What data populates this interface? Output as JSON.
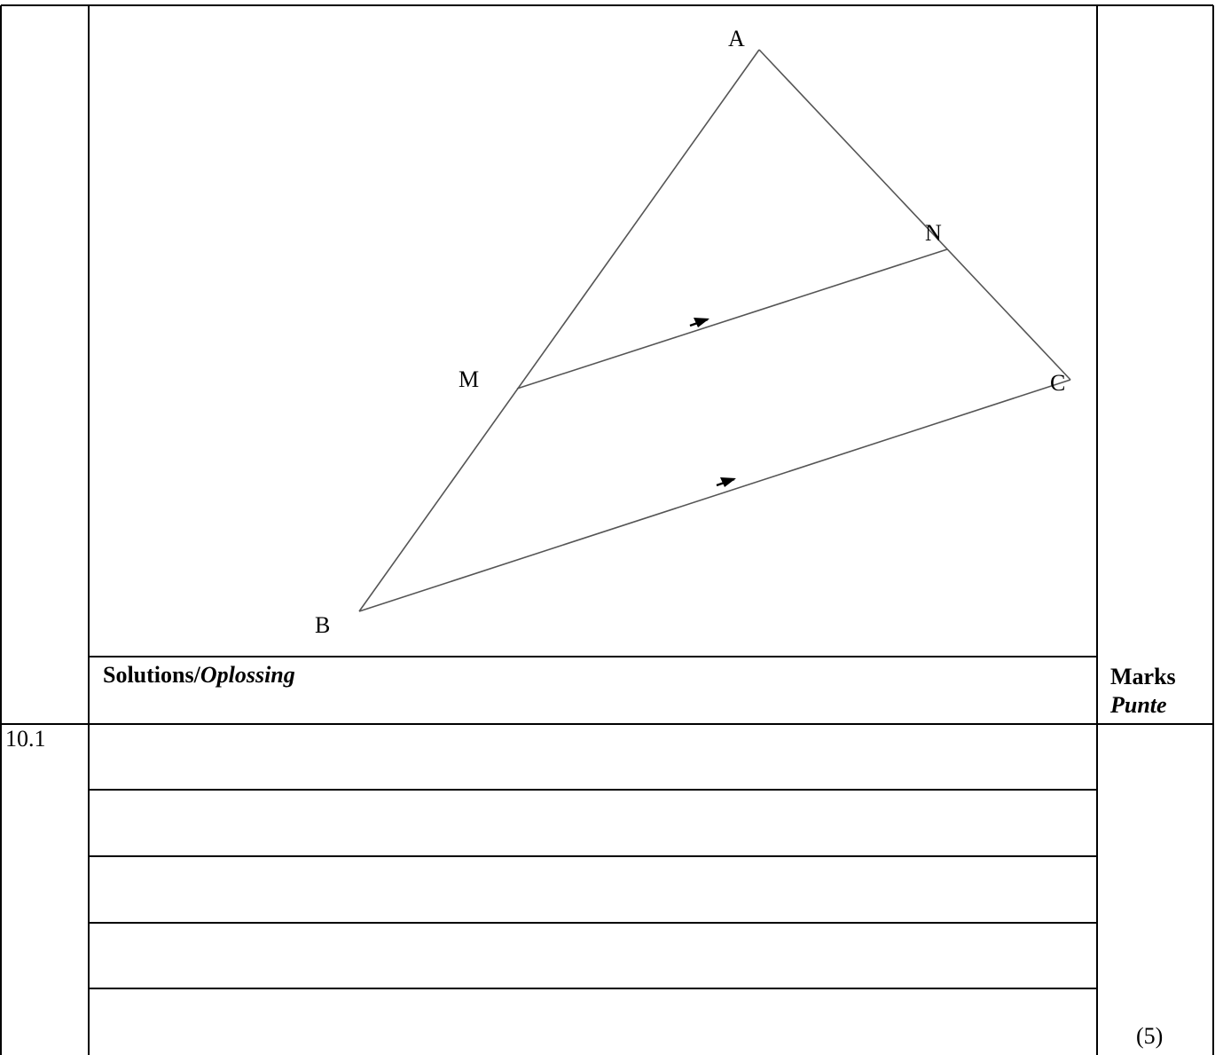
{
  "diagram": {
    "points": {
      "A": "A",
      "B": "B",
      "C": "C",
      "M": "M",
      "N": "N"
    }
  },
  "header": {
    "solutions_label": "Solutions/",
    "solutions_label_italic": "Oplossing",
    "marks_label": "Marks",
    "marks_label_italic": "Punte"
  },
  "question": {
    "number": "10.1",
    "answer_lines": [
      "",
      "",
      "",
      "",
      ""
    ],
    "marks": "(5)"
  }
}
